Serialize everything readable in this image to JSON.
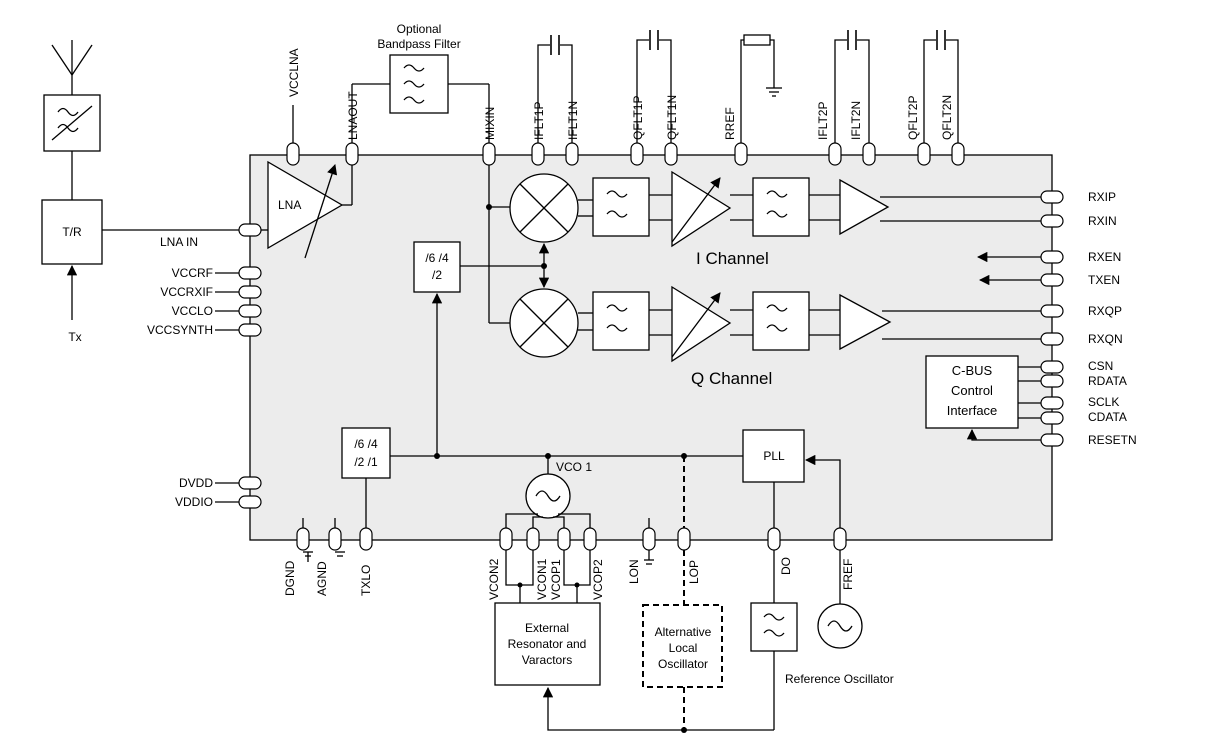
{
  "labels": {
    "optional_filter_line1": "Optional",
    "optional_filter_line2": "Bandpass Filter",
    "tr": "T/R",
    "tx": "Tx",
    "lna": "LNA",
    "lna_in": "LNA IN",
    "i_channel": "I Channel",
    "q_channel": "Q Channel",
    "div_top_line1": "/6  /4",
    "div_top_line2": "/2",
    "div_bot_line1": "/6  /4",
    "div_bot_line2": "/2  /1",
    "vco": "VCO 1",
    "pll": "PLL",
    "cbus_line1": "C-BUS",
    "cbus_line2": "Control",
    "cbus_line3": "Interface",
    "ext_res_line1": "External",
    "ext_res_line2": "Resonator and",
    "ext_res_line3": "Varactors",
    "alt_osc_line1": "Alternative",
    "alt_osc_line2": "Local",
    "alt_osc_line3": "Oscillator",
    "ref_osc": "Reference Oscillator"
  },
  "pins": {
    "top": [
      "VCCLNA",
      "LNAOUT",
      "MIXIN",
      "IFLT1P",
      "IFLT1N",
      "QFLT1P",
      "QFLT1N",
      "RREF",
      "IFLT2P",
      "IFLT2N",
      "QFLT2P",
      "QFLT2N"
    ],
    "left": [
      "VCCRF",
      "VCCRXIF",
      "VCCLO",
      "VCCSYNTH",
      "DVDD",
      "VDDIO"
    ],
    "right": [
      "RXIP",
      "RXIN",
      "RXEN",
      "TXEN",
      "RXQP",
      "RXQN",
      "CSN",
      "RDATA",
      "SCLK",
      "CDATA",
      "RESETN"
    ],
    "bottom": [
      "DGND",
      "AGND",
      "TXLO",
      "VCON2",
      "VCON1",
      "VCOP1",
      "VCOP2",
      "LON",
      "LOP",
      "DO",
      "FREF"
    ]
  }
}
